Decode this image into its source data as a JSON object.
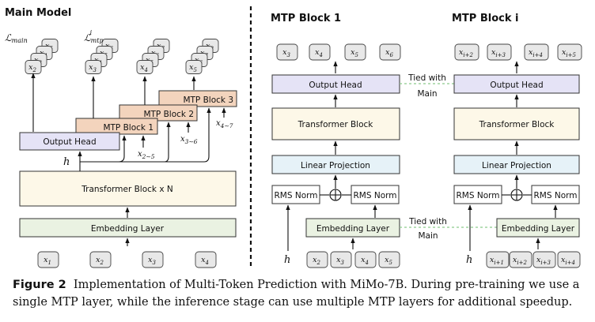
{
  "panels": {
    "main_title": "Main Model",
    "mtp1_title": "MTP Block 1",
    "mtpi_title": "MTP Block i"
  },
  "main": {
    "output_head": "Output Head",
    "transformer": "Transformer Block x N",
    "embedding": "Embedding Layer",
    "mtp_blocks": [
      "MTP Block 1",
      "MTP Block 2",
      "MTP Block 3"
    ],
    "hidden": "h",
    "loss_main": "ℒ",
    "loss_main_sub": "main",
    "loss_mtp": "ℒ",
    "loss_mtp_sub": "mtp",
    "loss_mtp_sup": "i",
    "span_labels": [
      {
        "base": "x",
        "sub": "2∼5"
      },
      {
        "base": "x",
        "sub": "3∼6"
      },
      {
        "base": "x",
        "sub": "4∼7"
      }
    ],
    "inputs": [
      {
        "base": "x",
        "sub": "1"
      },
      {
        "base": "x",
        "sub": "2"
      },
      {
        "base": "x",
        "sub": "3"
      },
      {
        "base": "x",
        "sub": "4"
      }
    ],
    "output_stacks": [
      [
        "x2",
        "x3",
        "x4",
        "x5"
      ],
      [
        "x3",
        "x4",
        "x5",
        "x6"
      ],
      [
        "x4",
        "x5",
        "x6",
        "x7"
      ],
      [
        "x5",
        "x6",
        "x7",
        "x8"
      ]
    ]
  },
  "mtp1": {
    "outputs": [
      {
        "base": "x",
        "sub": "3"
      },
      {
        "base": "x",
        "sub": "4"
      },
      {
        "base": "x",
        "sub": "5"
      },
      {
        "base": "x",
        "sub": "6"
      }
    ],
    "output_head": "Output Head",
    "transformer": "Transformer Block",
    "linear": "Linear Projection",
    "rms_left": "RMS Norm",
    "rms_right": "RMS Norm",
    "embedding": "Embedding Layer",
    "hidden": "h",
    "inputs": [
      {
        "base": "x",
        "sub": "2"
      },
      {
        "base": "x",
        "sub": "3"
      },
      {
        "base": "x",
        "sub": "4"
      },
      {
        "base": "x",
        "sub": "5"
      }
    ]
  },
  "mtpi": {
    "outputs": [
      {
        "base": "x",
        "sub": "i+2"
      },
      {
        "base": "x",
        "sub": "i+3"
      },
      {
        "base": "x",
        "sub": "i+4"
      },
      {
        "base": "x",
        "sub": "i+5"
      }
    ],
    "output_head": "Output Head",
    "transformer": "Transformer Block",
    "linear": "Linear Projection",
    "rms_left": "RMS Norm",
    "rms_right": "RMS Norm",
    "embedding": "Embedding Layer",
    "hidden": "h",
    "inputs": [
      {
        "base": "x",
        "sub": "i+1"
      },
      {
        "base": "x",
        "sub": "i+2"
      },
      {
        "base": "x",
        "sub": "i+3"
      },
      {
        "base": "x",
        "sub": "i+4"
      }
    ]
  },
  "ties": {
    "top_line1": "Tied with",
    "top_line2": "Main",
    "bottom_line1": "Tied with",
    "bottom_line2": "Main"
  },
  "caption": {
    "label": "Figure 2",
    "text": "Implementation of Multi-Token Prediction with MiMo-7B. During pre-training we use a single MTP layer, while the inference stage can use multiple MTP layers for additional speedup."
  },
  "colors": {
    "output_head": "#e5e3f6",
    "transformer": "#fdf8e8",
    "embedding": "#eaf2e2",
    "linear": "#e6f2f8",
    "mtp_block": "#f3d4bd",
    "token": "#e8e8e8",
    "tie_line": "#8cc98c"
  }
}
